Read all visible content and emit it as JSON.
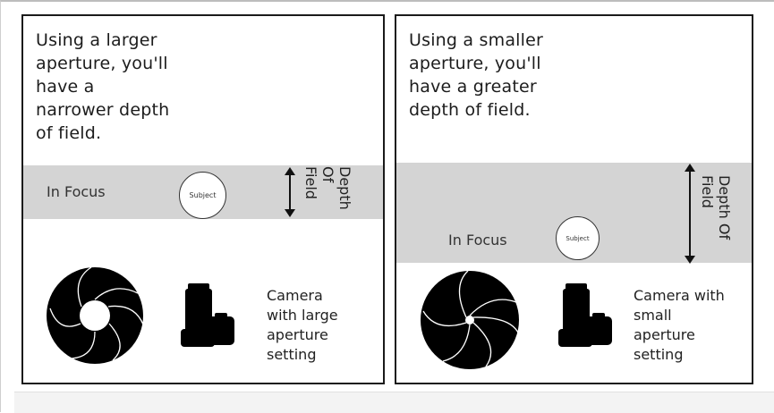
{
  "panels": [
    {
      "caption": "Using a larger\naperture, you'll\nhave a\nnarrower depth\nof field.",
      "in_focus": "In Focus",
      "subject": "Subject",
      "depth_of_field": "Depth\nOf\nField",
      "camera_caption": "Camera\nwith large\naperture\nsetting",
      "aperture_opening": "large"
    },
    {
      "caption": "Using a smaller\naperture, you'll\nhave a greater\ndepth of field.",
      "in_focus": "In Focus",
      "subject": "Subject",
      "depth_of_field": "Depth Of\nField",
      "camera_caption": "Camera with\nsmall\naperture\nsetting",
      "aperture_opening": "small"
    }
  ],
  "colors": {
    "focus_band": "#d4d4d4",
    "ink": "#000000",
    "border": "#1a1a1a"
  }
}
